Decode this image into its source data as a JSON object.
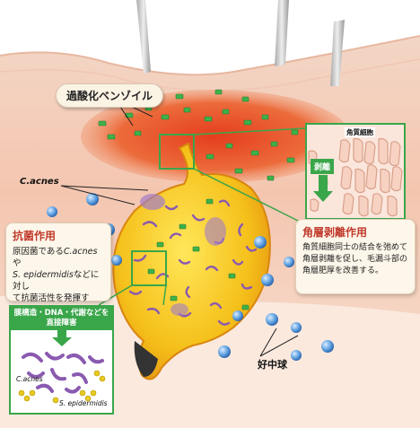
{
  "labels": {
    "benzoyl": "過酸化ベンゾイル",
    "cacnes": "C.acnes",
    "neutrophil": "好中球"
  },
  "antibacterial": {
    "title": "抗菌作用",
    "line1_a": "原因菌である",
    "line1_b": "C.acnes",
    "line1_c": "や",
    "line2_a": "S. epidermidis",
    "line2_b": "などに対し",
    "line3": "て抗菌活性を発揮する。"
  },
  "inset_left": {
    "header_line1": "膜構造・DNA・代謝などを",
    "header_line2": "直接障害",
    "label_cacnes": "C.acnes",
    "label_sepi": "S. epidermidis"
  },
  "inset_right": {
    "header": "角質細胞",
    "arrow_label": "剥離"
  },
  "keratolytic": {
    "title": "角層剥離作用",
    "line1": "角質細胞同士の結合を弛めて",
    "line2": "角層剥離を促し、毛漏斗部の",
    "line3": "角層肥厚を改善する。"
  },
  "colors": {
    "accent_red": "#c0392b",
    "frame_green": "#3aa64a",
    "skin": "#f4c9b3",
    "sebum": "#f6c21c"
  }
}
